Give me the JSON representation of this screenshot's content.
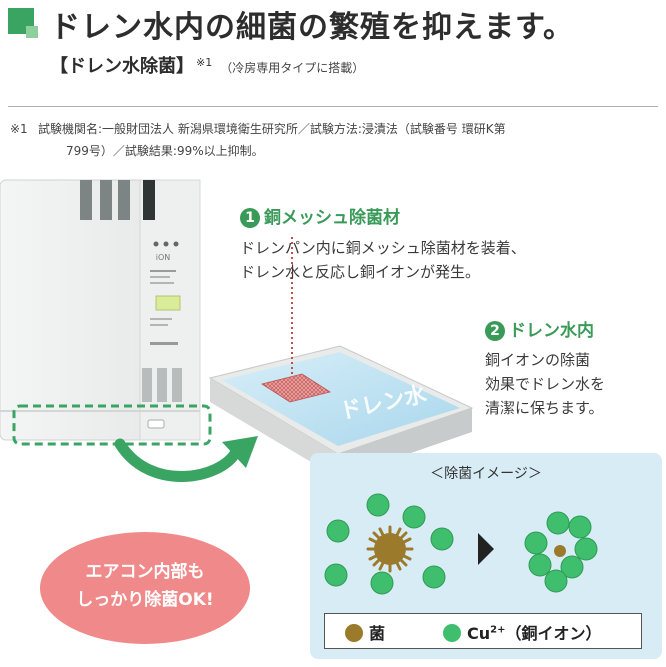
{
  "header": {
    "title": "ドレン水内の細菌の繁殖を抑えます。",
    "subtitle": "【ドレン水除菌】",
    "subtitle_mark": "※1",
    "subtitle_note": "（冷房専用タイプに搭載）"
  },
  "footnote": {
    "mark": "※1",
    "line1": "試験機関名:一般財団法人 新潟県環境衛生研究所／試験方法:浸漬法（試験番号 環研K第",
    "line2": "799号）／試験結果:99%以上抑制。"
  },
  "points": [
    {
      "number": "1",
      "heading": "銅メッシュ除菌材",
      "body_line1": "ドレンパン内に銅メッシュ除菌材を装着、",
      "body_line2": "ドレン水と反応し銅イオンが発生。"
    },
    {
      "number": "2",
      "heading": "ドレン水内",
      "body_line1": "銅イオンの除菌",
      "body_line2": "効果でドレン水を",
      "body_line3": "清潔に保ちます。"
    }
  ],
  "tray_label": "ドレン水",
  "unit_labels": {
    "brand": "iON"
  },
  "bubble": {
    "line1": "エアコン内部も",
    "line2": "しっかり除菌OK!"
  },
  "panel": {
    "title": "＜除菌イメージ＞",
    "legend_germ": "菌",
    "legend_ion_prefix": "Cu",
    "legend_ion_sup": "2+",
    "legend_ion_suffix": "（銅イオン）"
  },
  "colors": {
    "accent_green": "#3a9a58",
    "ion_green": "#3fbf6e",
    "germ_brown": "#9b7a2c",
    "bubble_pink": "#f08a8a",
    "panel_blue": "#d8ecf5"
  }
}
